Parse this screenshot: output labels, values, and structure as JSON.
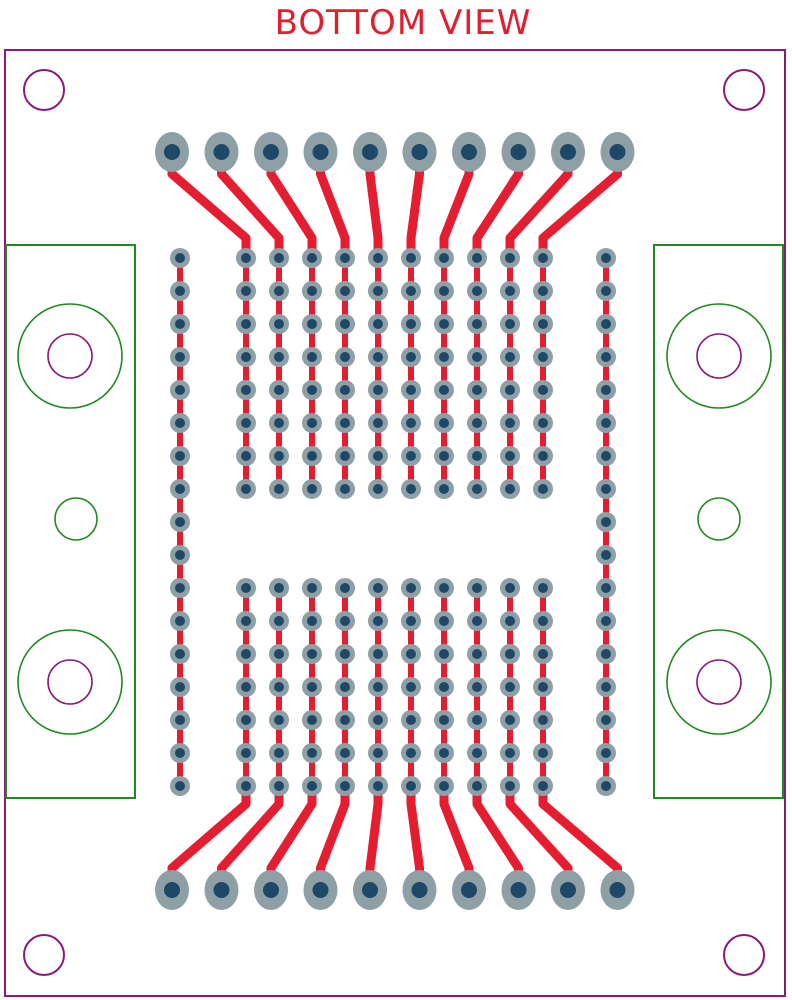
{
  "title": "BOTTOM VIEW",
  "colors": {
    "title": "#e0202e",
    "board_outline": "#8a1a7a",
    "mounting_hole": "#8a1a7a",
    "bracket_outline": "#1f8a1f",
    "trace": "#e41e30",
    "pad_ring": "#8f9fa6",
    "pad_drill": "#1e4868",
    "background": "#ffffff"
  },
  "board": {
    "large_terminals_top": 10,
    "large_terminals_bottom": 10,
    "pin_columns_inner": 10,
    "inner_rows_top_block": 8,
    "inner_rows_bottom_block": 7,
    "side_bus_pins": 17
  }
}
